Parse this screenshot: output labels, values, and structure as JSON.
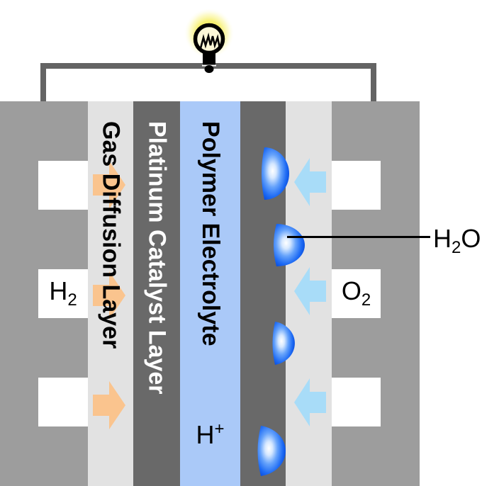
{
  "colors": {
    "background": "#ffffff",
    "bipolar_plate": "#9d9d9d",
    "gas_diffusion_layer": "#e2e2e2",
    "catalyst_layer": "#696969",
    "electrolyte": "#aac9f8",
    "wire": "#646464",
    "hydrogen_arrow": "#fac48e",
    "oxygen_arrow": "#a8dcf8",
    "droplet_highlight": "#ffffff",
    "droplet_edge": "#0a4ede",
    "bulb_glow": "#f4eb4d",
    "bulb_fill": "#fcf8d8"
  },
  "layers": {
    "gas_diffusion": {
      "label": "Gas Diffusion Layer"
    },
    "catalyst": {
      "label": "Platinum Catalyst Layer"
    },
    "electrolyte": {
      "label": "Polymer Electrolyte"
    }
  },
  "species": {
    "h2": {
      "base": "H",
      "sub": "2"
    },
    "o2": {
      "base": "O",
      "sub": "2"
    },
    "h_plus": {
      "base": "H",
      "sup": "+"
    },
    "h2o": {
      "part1": "H",
      "sub": "2",
      "part2": "O"
    }
  }
}
